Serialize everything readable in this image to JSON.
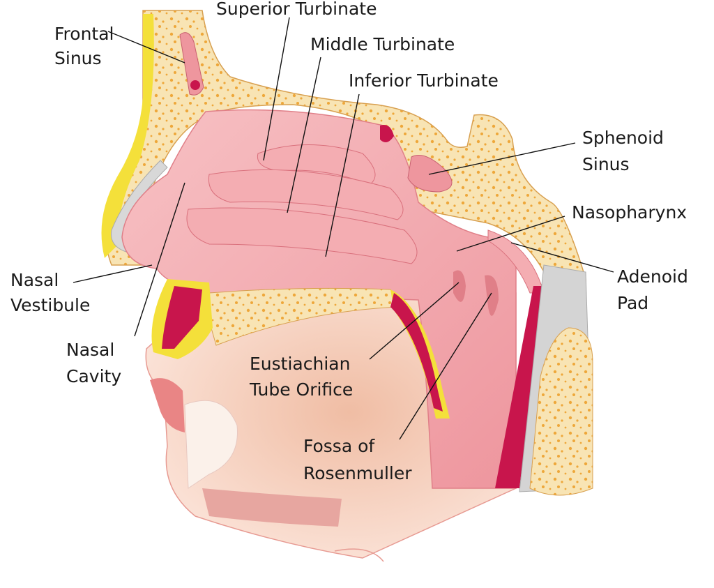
{
  "title": "Nasal cavity and nasopharynx anatomy",
  "colors": {
    "bone": "#f8e4b4",
    "bone_dots": "#eea73a",
    "mucosa": "#f0a0a6",
    "mucosa_dark": "#e07f88",
    "skin": "#f6d2c2",
    "muscle": "#c8154c",
    "fat": "#f4e03a",
    "cartilage": "#d8d8d8"
  },
  "labels": {
    "frontal_sinus": [
      "Frontal",
      "Sinus"
    ],
    "superior_turbinate": [
      "Superior Turbinate"
    ],
    "middle_turbinate": [
      "Middle Turbinate"
    ],
    "inferior_turbinate": [
      "Inferior Turbinate"
    ],
    "sphenoid_sinus": [
      "Sphenoid",
      "Sinus"
    ],
    "nasopharynx": [
      "Nasopharynx"
    ],
    "adenoid_pad": [
      "Adenoid",
      "Pad"
    ],
    "nasal_vestibule": [
      "Nasal",
      "Vestibule"
    ],
    "nasal_cavity": [
      "Nasal",
      "Cavity"
    ],
    "eustachian_tube_orifice": [
      "Eustiachian",
      "Tube Orifice"
    ],
    "fossa_of_rosenmuller": [
      "Fossa of",
      "Rosenmuller"
    ]
  }
}
